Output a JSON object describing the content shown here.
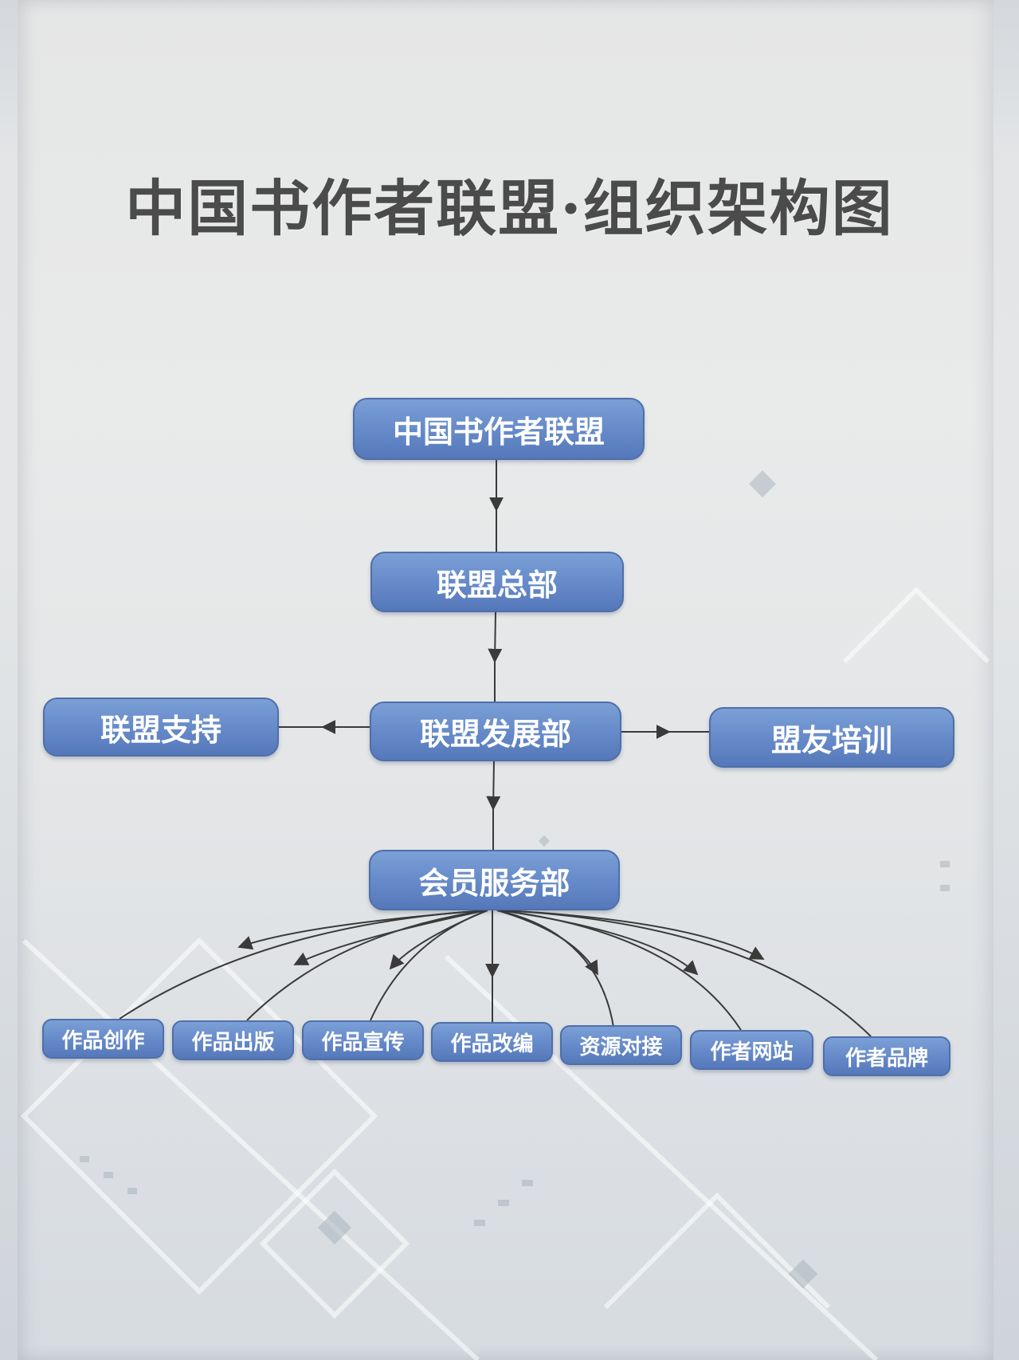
{
  "title": "中国书作者联盟·组织架构图",
  "nodes": {
    "root": "中国书作者联盟",
    "hq": "联盟总部",
    "dev": "联盟发展部",
    "support": "联盟支持",
    "training": "盟友培训",
    "member": "会员服务部"
  },
  "leaves": [
    "作品创作",
    "作品出版",
    "作品宣传",
    "作品改编",
    "资源对接",
    "作者网站",
    "作者品牌"
  ],
  "colors": {
    "node_fill": "#6589c8",
    "node_border": "#4f6fa8",
    "node_text": "#ffffff",
    "line": "#3a3a3a",
    "title": "#4b4b4b"
  }
}
